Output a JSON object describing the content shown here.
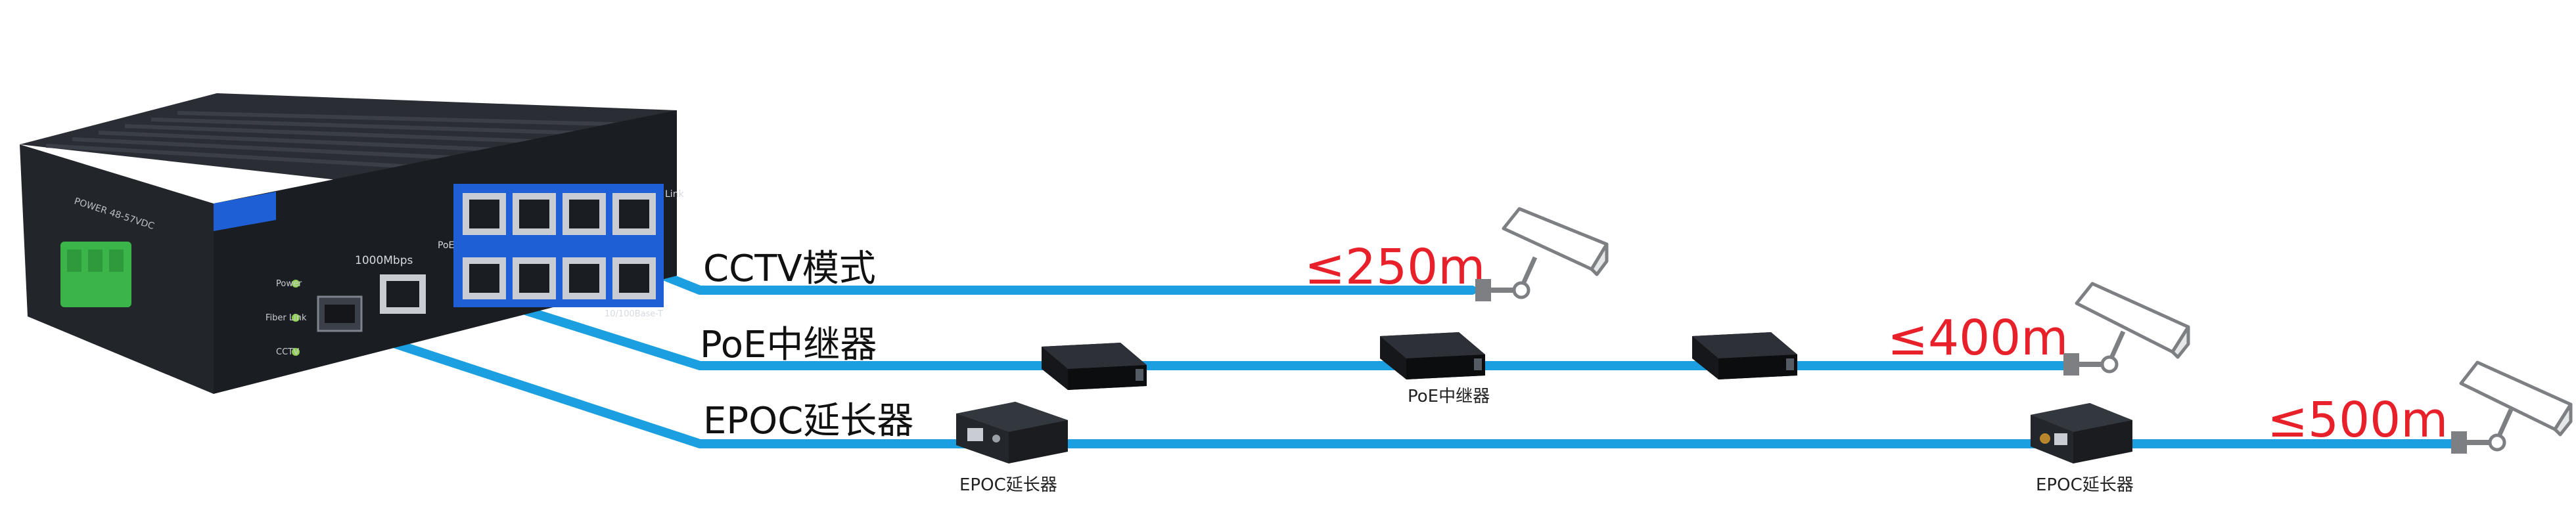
{
  "colors": {
    "cable": "#1b9fe0",
    "distance": "#e8202a",
    "label": "#111111",
    "switch_body": "#1c1f24",
    "switch_accent": "#1f5fd6",
    "connector_green": "#3bb54a"
  },
  "lines": [
    {
      "label": "CCTV模式",
      "distance": "≤250m"
    },
    {
      "label": "PoE中继器",
      "distance": "≤400m"
    },
    {
      "label": "EPOC延长器",
      "distance": "≤500m"
    }
  ],
  "devices": {
    "poe_repeater_caption": "PoE中继器",
    "epoc_left_caption": "EPOC延长器",
    "epoc_right_caption": "EPOC延长器"
  },
  "switch": {
    "speed_label": "1000Mbps",
    "power_label": "POWER 48-57VDC",
    "led_power": "Power",
    "led_fiber": "Fiber Link",
    "led_cctv": "CCTV",
    "poe_label": "PoE",
    "link_label": "Link",
    "port_speed_label": "10/100Base-T"
  },
  "icons": {
    "camera": "cctv-camera-icon",
    "repeater": "poe-repeater-icon",
    "extender": "epoc-extender-icon"
  }
}
